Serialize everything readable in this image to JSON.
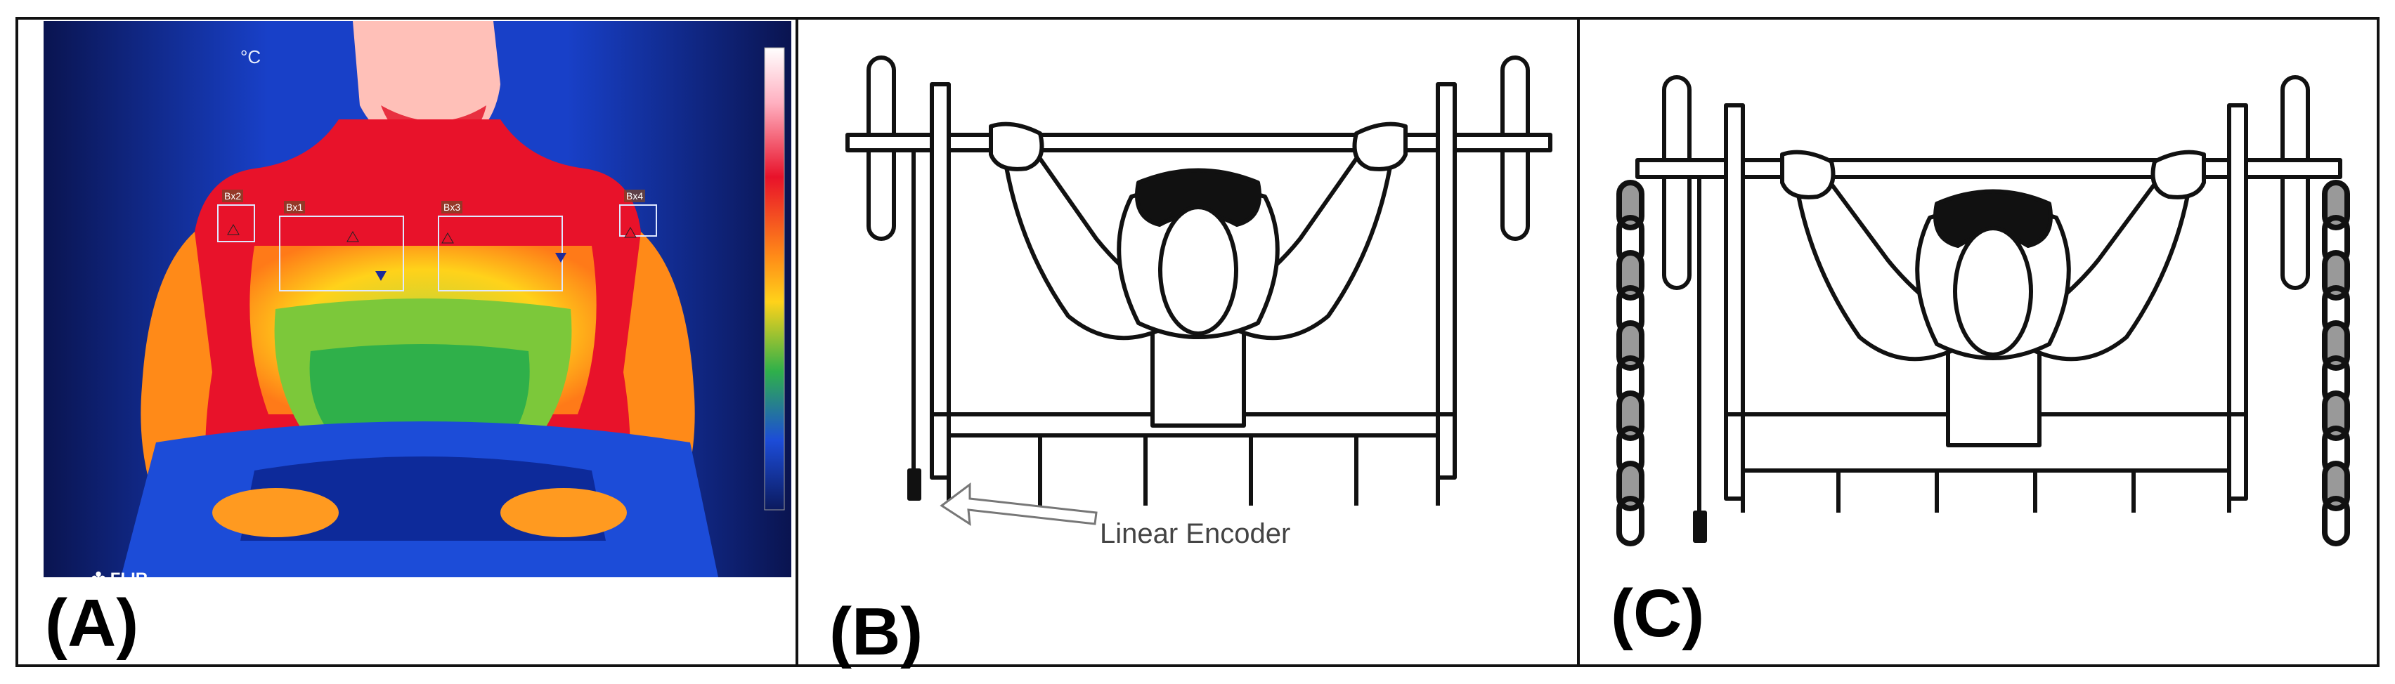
{
  "panels": [
    {
      "label": "(A)",
      "thermal": {
        "unit": "°C",
        "brand": "FLIR",
        "roi_labels": [
          "Bx2",
          "Bx1",
          "Bx3",
          "Bx4"
        ]
      }
    },
    {
      "label": "(B)",
      "annotation": "Linear Encoder"
    },
    {
      "label": "(C)"
    }
  ],
  "colors": {
    "frame": "#111111",
    "hot": "#e8122a",
    "warm": "#ffd21a",
    "cool": "#2fb04a",
    "cold": "#0b1a5e"
  }
}
